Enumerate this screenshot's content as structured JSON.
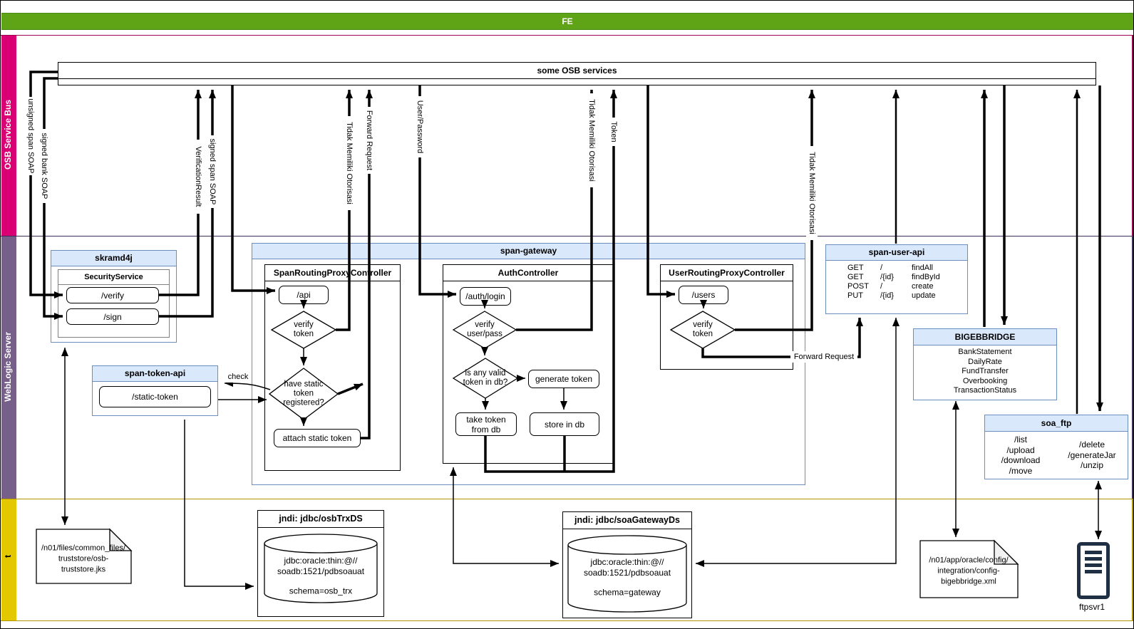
{
  "fe_band": {
    "label": "FE"
  },
  "bands": [
    {
      "label": "OSB Service Bus"
    },
    {
      "label": "WebLogic Server"
    },
    {
      "label": "t"
    }
  ],
  "osb_services": {
    "title": "some OSB services"
  },
  "skramd4j": {
    "title": "skramd4j",
    "service_title": "SecurityService",
    "verify": "/verify",
    "sign": "/sign"
  },
  "span_token_api": {
    "title": "span-token-api",
    "static_token": "/static-token"
  },
  "span_gateway": {
    "title": "span-gateway",
    "span_routing": {
      "title": "SpanRoutingProxyController",
      "api": "/api",
      "verify_token": "verify\ntoken",
      "have_static": "have static\ntoken\nregistered?",
      "attach": "attach static token"
    },
    "auth": {
      "title": "AuthController",
      "login": "/auth/login",
      "verify_userpass": "verify\nuser/pass",
      "valid_token": "is any valid\ntoken in db?",
      "generate": "generate token",
      "take_token": "take token\nfrom db",
      "store": "store in db"
    },
    "user_routing": {
      "title": "UserRoutingProxyController",
      "users": "/users",
      "verify_token": "verify\ntoken"
    }
  },
  "span_user_api": {
    "title": "span-user-api",
    "routes": [
      {
        "method": "GET",
        "path": "/",
        "name": "findAll"
      },
      {
        "method": "GET",
        "path": "/{id}",
        "name": "findById"
      },
      {
        "method": "POST",
        "path": "/",
        "name": "create"
      },
      {
        "method": "PUT",
        "path": "/{id}",
        "name": "update"
      }
    ]
  },
  "bigebbridge": {
    "title": "BIGEBBRIDGE",
    "operations": [
      "BankStatement",
      "DailyRate",
      "FundTransfer",
      "Overbooking",
      "TransactionStatus"
    ]
  },
  "soa_ftp": {
    "title": "soa_ftp",
    "col1": "/list\n/upload\n/download\n/move",
    "col2": "/delete\n/generateJar\n/unzip"
  },
  "osb_trx_ds": {
    "title": "jndi: jdbc/osbTrxDS",
    "conn": "jdbc:oracle:thin:@//\nsoadb:1521/pdbsoauat",
    "schema": "schema=osb_trx"
  },
  "soa_gateway_ds": {
    "title": "jndi: jdbc/soaGatewayDs",
    "conn": "jdbc:oracle:thin:@//\nsoadb:1521/pdbsoauat",
    "schema": "schema=gateway"
  },
  "truststore_file": {
    "path": "/n01/files/common_files/\ntruststore/osb-\ntruststore.jks"
  },
  "config_file": {
    "path": "/n01/app/oracle/config/\nintegration/config-\nbigebbridge.xml"
  },
  "ftp_server": {
    "label": "ftpsvr1"
  },
  "edge_labels": {
    "unsigned_span_soap": "unsigned span SOAP",
    "signed_bank_soap": "signed bank SOAP",
    "verification_result": "VerificationResult",
    "signed_span_soap": "signed span SOAP",
    "tidak_1": "Tidak Memiliki Otorisasi",
    "forward_request_1": "Forward Request",
    "user_password": "User/Password",
    "tidak_2": "Tidak Memiliki Otorisasi",
    "token": "Token",
    "tidak_3": "Tidak Memiliki Otorisasi",
    "forward_request_2": "Forward Request",
    "check": "check"
  },
  "colors": {
    "fe_green": "#5FA316",
    "osb_pink": "#D80073",
    "weblogic_purple": "#76608A",
    "bottom_yellow": "#E3C800",
    "header_blue": "#DAE8FC",
    "header_blue_border": "#6C8EBF"
  }
}
